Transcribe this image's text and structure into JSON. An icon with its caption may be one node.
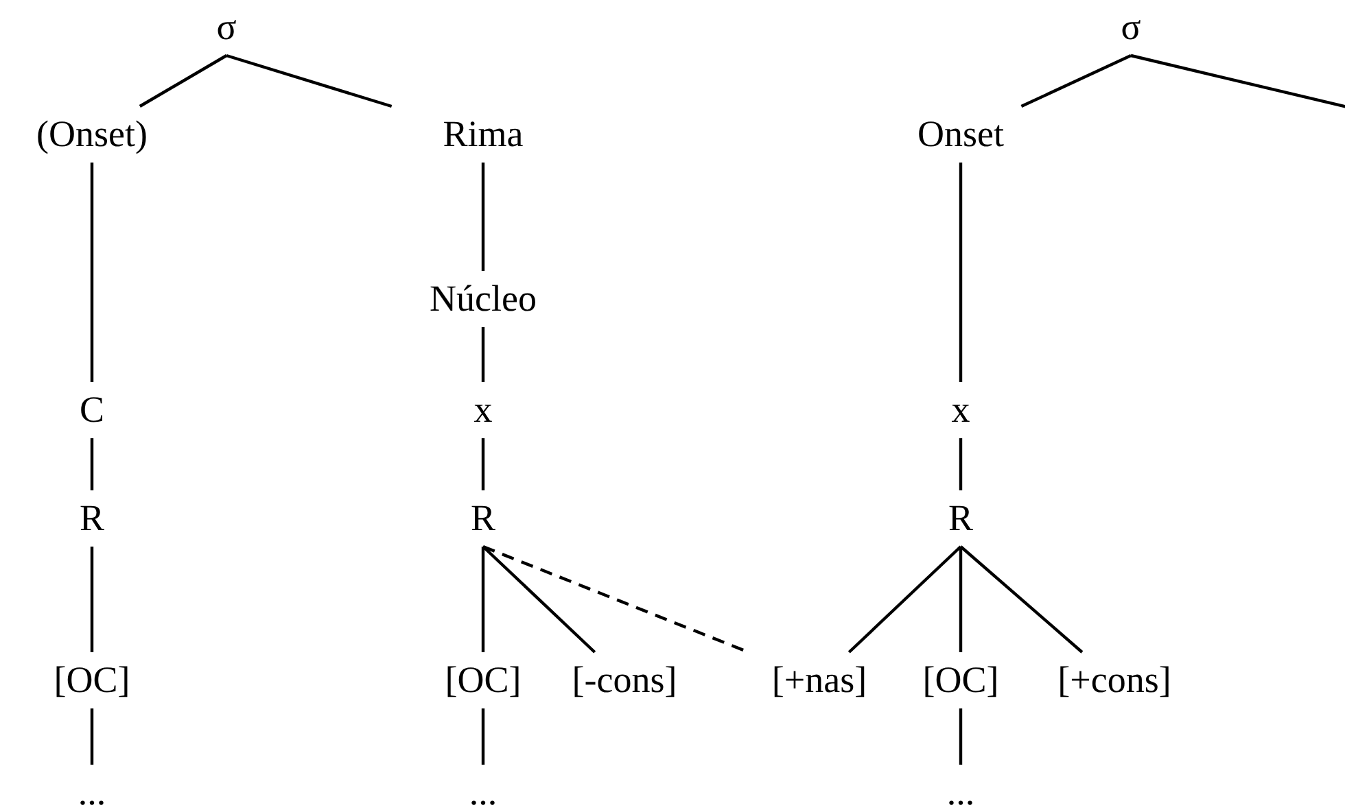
{
  "diagram": {
    "nodes": [
      {
        "text": [
          "σ"
        ]
      },
      {
        "text": [
          "(Onset)"
        ]
      },
      {
        "text": [
          "Rima"
        ]
      },
      {
        "text": [
          "Núcleo"
        ]
      },
      {
        "text": [
          "C"
        ]
      },
      {
        "text": [
          "R"
        ]
      },
      {
        "text": [
          "[OC]"
        ]
      },
      {
        "text": [
          "..."
        ]
      },
      {
        "text": [
          "x"
        ]
      },
      {
        "text": [
          "R"
        ]
      },
      {
        "text": [
          "[OC]"
        ]
      },
      {
        "text": [
          "[-cons]"
        ]
      },
      {
        "text": [
          "..."
        ]
      },
      {
        "text": [
          "σ"
        ]
      },
      {
        "text": [
          "Onset"
        ]
      },
      {
        "text": [
          "x"
        ]
      },
      {
        "text": [
          "R"
        ]
      },
      {
        "text": [
          "[+nas]"
        ]
      },
      {
        "text": [
          "[OC]"
        ]
      },
      {
        "text": [
          "[+cons]"
        ]
      },
      {
        "text": [
          "..."
        ]
      }
    ],
    "edges": [
      {
        "from": 0,
        "to": 1,
        "arrow": "none"
      },
      {
        "from": 0,
        "to": 2,
        "arrow": "none"
      },
      {
        "from": 1,
        "to": 4,
        "arrow": "none"
      },
      {
        "from": 4,
        "to": 5,
        "arrow": "none"
      },
      {
        "from": 5,
        "to": 6,
        "arrow": "none"
      },
      {
        "from": 6,
        "to": 7,
        "arrow": "none"
      },
      {
        "from": 2,
        "to": 3,
        "arrow": "none"
      },
      {
        "from": 3,
        "to": 8,
        "arrow": "none"
      },
      {
        "from": 8,
        "to": 9,
        "arrow": "none"
      },
      {
        "from": 9,
        "to": 10,
        "arrow": "none"
      },
      {
        "from": 9,
        "to": 11,
        "arrow": "none"
      },
      {
        "from": 9,
        "to": 17,
        "arrow": "none",
        "style": "dashed"
      },
      {
        "from": 10,
        "to": 12,
        "arrow": "none"
      },
      {
        "from": 13,
        "to": 14,
        "arrow": "none"
      },
      {
        "from": 13,
        "to": null,
        "arrow": "none"
      },
      {
        "from": 14,
        "to": 15,
        "arrow": "none"
      },
      {
        "from": 15,
        "to": 16,
        "arrow": "none"
      },
      {
        "from": 16,
        "to": 17,
        "arrow": "none"
      },
      {
        "from": 16,
        "to": 18,
        "arrow": "none"
      },
      {
        "from": 16,
        "to": 19,
        "arrow": "none"
      },
      {
        "from": 18,
        "to": 20,
        "arrow": "none"
      }
    ]
  }
}
